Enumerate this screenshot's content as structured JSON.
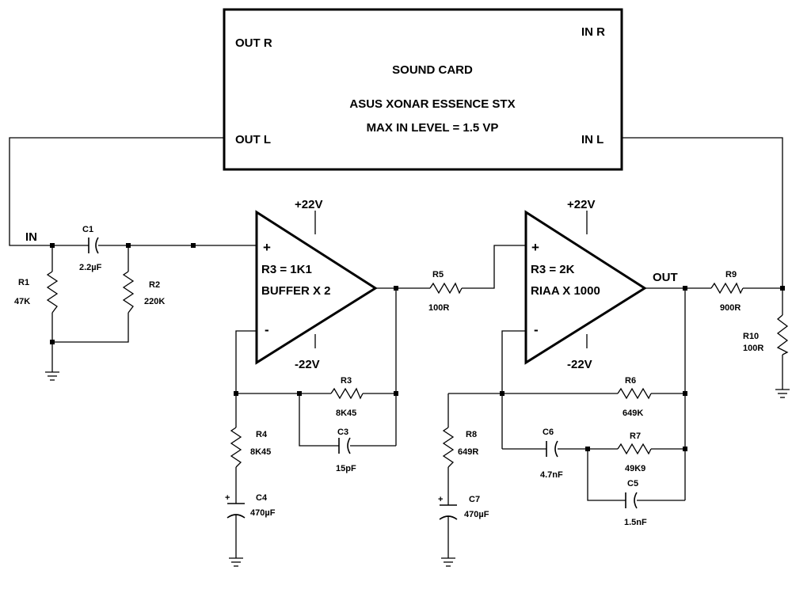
{
  "sound_card": {
    "out_r": "OUT R",
    "in_r": "IN R",
    "out_l": "OUT L",
    "in_l": "IN L",
    "title": "SOUND CARD",
    "model": "ASUS XONAR ESSENCE STX",
    "max_in": "MAX IN LEVEL = 1.5 VP"
  },
  "nodes": {
    "in": "IN",
    "out": "OUT"
  },
  "buffer_opamp": {
    "plus": "+",
    "minus": "-",
    "vpos": "+22V",
    "vneg": "-22V",
    "line1": "R3 = 1K1",
    "line2": "BUFFER X 2"
  },
  "riaa_opamp": {
    "plus": "+",
    "minus": "-",
    "vpos": "+22V",
    "vneg": "-22V",
    "line1": "R3 = 2K",
    "line2": "RIAA X 1000"
  },
  "components": {
    "c1": {
      "name": "C1",
      "value": "2.2µF"
    },
    "r1": {
      "name": "R1",
      "value": "47K"
    },
    "r2": {
      "name": "R2",
      "value": "220K"
    },
    "r3": {
      "name": "R3",
      "value": "8K45"
    },
    "c3": {
      "name": "C3",
      "value": "15pF"
    },
    "r4": {
      "name": "R4",
      "value": "8K45"
    },
    "c4": {
      "name": "C4",
      "value": "470µF",
      "polarity": "+"
    },
    "r5": {
      "name": "R5",
      "value": "100R"
    },
    "r6": {
      "name": "R6",
      "value": "649K"
    },
    "c6": {
      "name": "C6",
      "value": "4.7nF"
    },
    "r7": {
      "name": "R7",
      "value": "49K9"
    },
    "c5": {
      "name": "C5",
      "value": "1.5nF"
    },
    "r8": {
      "name": "R8",
      "value": "649R"
    },
    "c7": {
      "name": "C7",
      "value": "470µF",
      "polarity": "+"
    },
    "r9": {
      "name": "R9",
      "value": "900R"
    },
    "r10": {
      "name": "R10",
      "value": "100R"
    }
  }
}
